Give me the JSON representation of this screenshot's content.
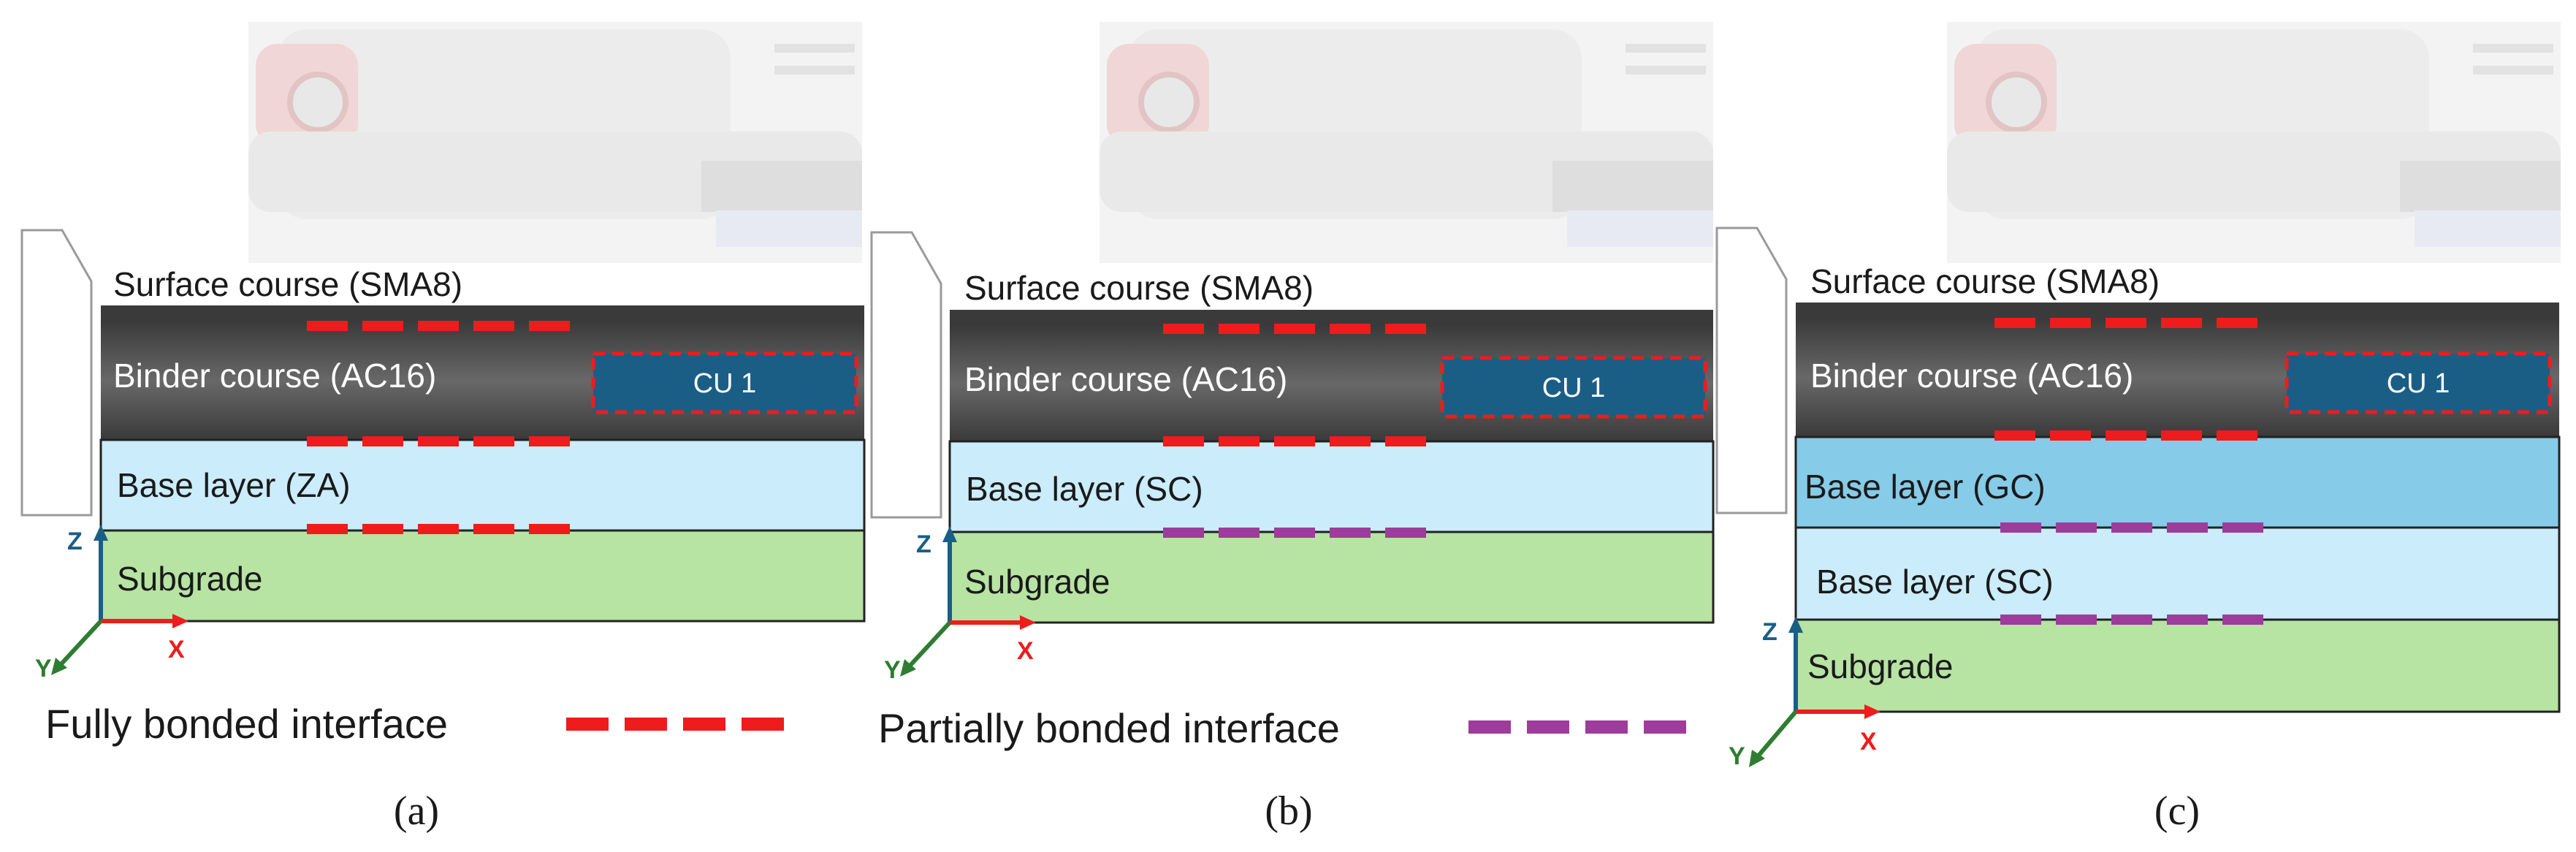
{
  "colors": {
    "binder": "#505050",
    "base_light": "#cbecfa",
    "base_gc": "#86cbe8",
    "subgrade": "#b7e3a3",
    "cu_box": "#1a5e86",
    "fully_bonded": "#ee1c1c",
    "partially_bonded": "#9e3c9c",
    "axis_z": "#1a5e86",
    "axis_x": "#ee1c1c",
    "axis_y": "#2e7d32"
  },
  "panels": [
    {
      "id": "a",
      "caption": "(a)",
      "layers": {
        "surface": "Surface course (SMA8)",
        "binder": "Binder course (AC16)",
        "base": "Base layer  (ZA)",
        "subgrade": "Subgrade"
      },
      "unit": "CU 1",
      "axes": {
        "z": "Z",
        "x": "X",
        "y": "Y"
      }
    },
    {
      "id": "b",
      "caption": "(b)",
      "layers": {
        "surface": "Surface course (SMA8)",
        "binder": "Binder course (AC16)",
        "base": "Base layer  (SC)",
        "subgrade": "Subgrade"
      },
      "unit": "CU 1",
      "axes": {
        "z": "Z",
        "x": "X",
        "y": "Y"
      }
    },
    {
      "id": "c",
      "caption": "(c)",
      "layers": {
        "surface": "Surface course (SMA8)",
        "binder": "Binder course (AC16)",
        "base_gc": "Base layer (GC)",
        "base_sc": "Base layer  (SC)",
        "subgrade": "Subgrade"
      },
      "unit": "CU 1",
      "axes": {
        "z": "Z",
        "x": "X",
        "y": "Y"
      }
    }
  ],
  "legend": {
    "fully_bonded": "Fully bonded interface",
    "partially_bonded": "Partially bonded interface"
  }
}
